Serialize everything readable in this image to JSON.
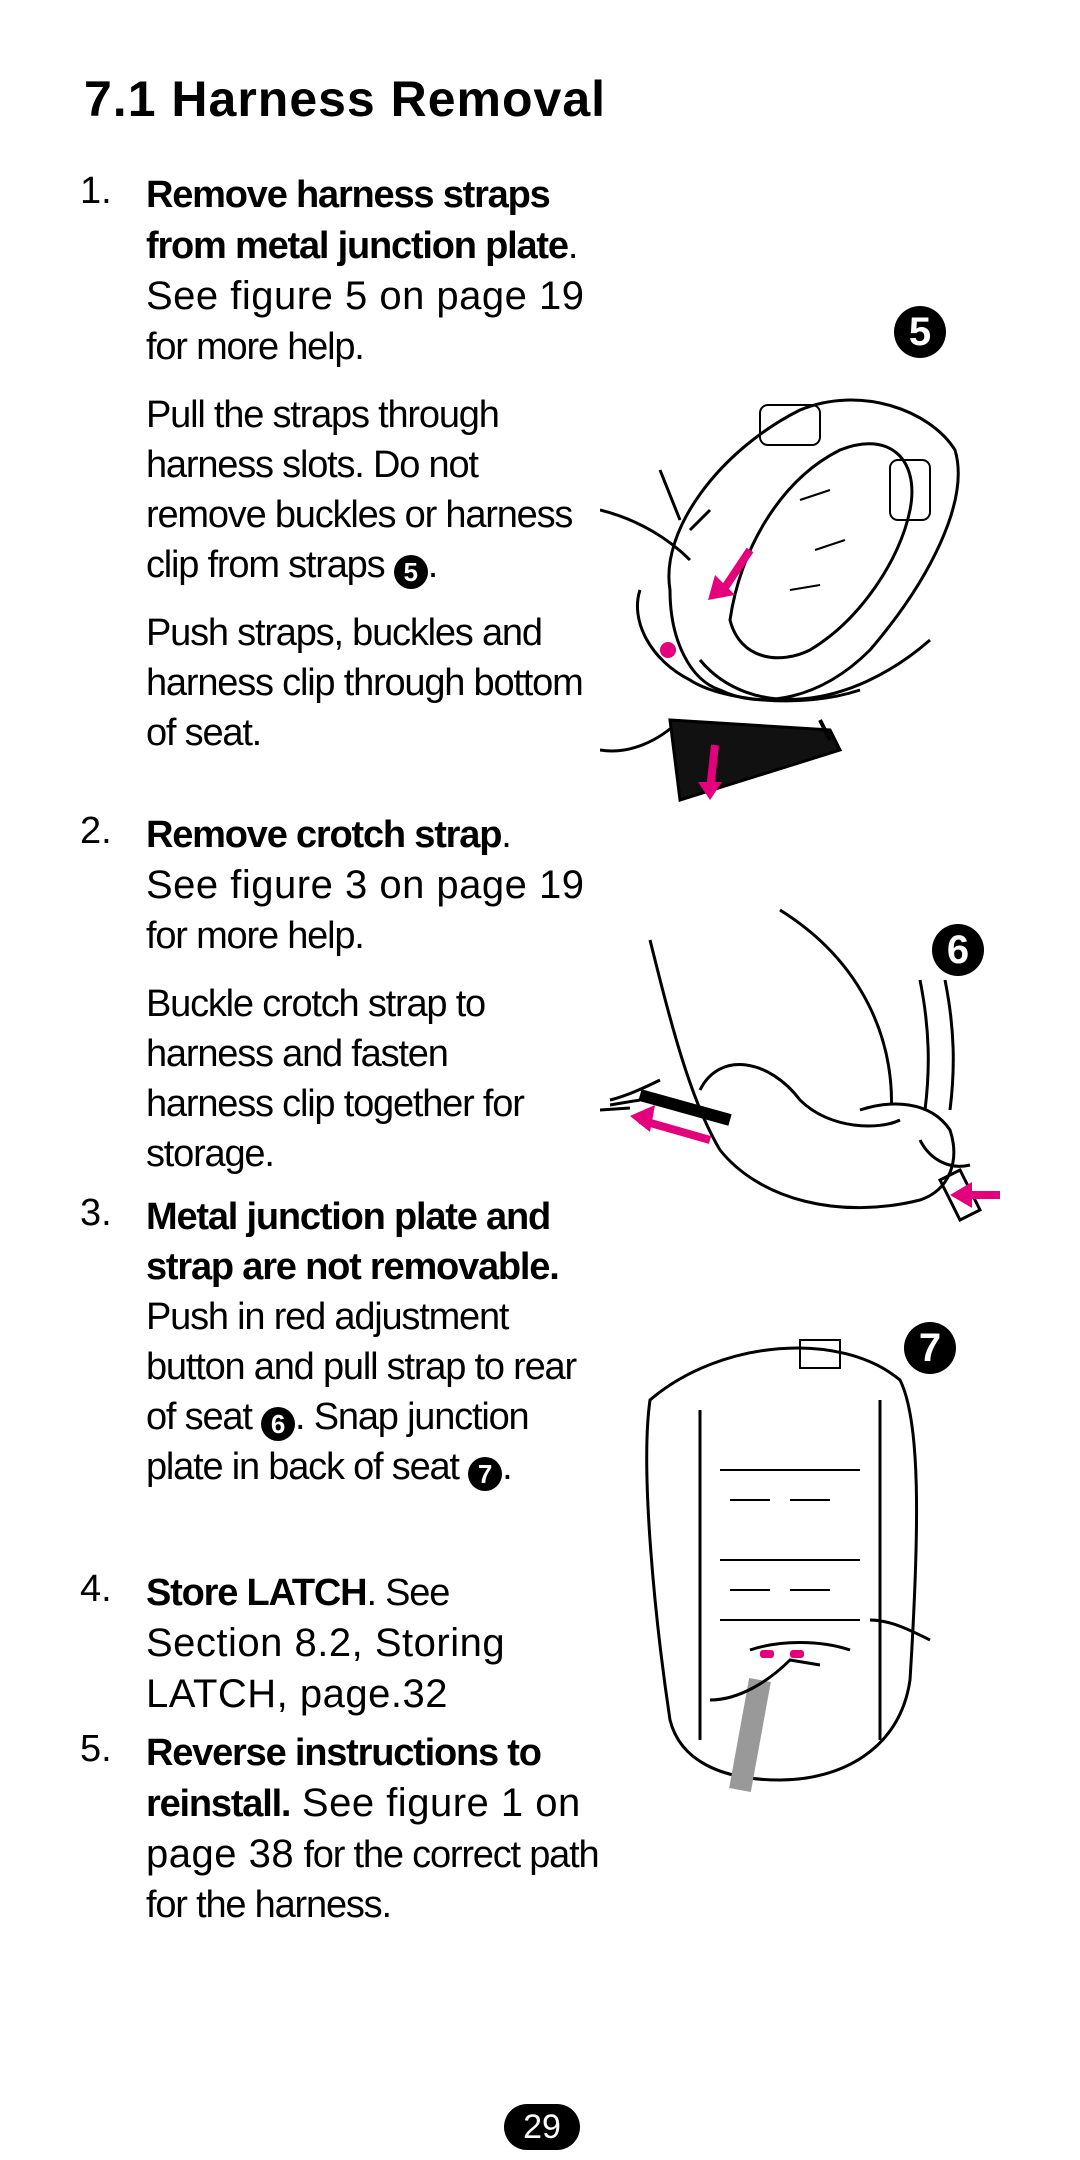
{
  "title": "7.1 Harness Removal",
  "steps": [
    {
      "num": "1.",
      "bold": "Remove harness straps from metal junction plate",
      "after_bold": ".",
      "ref": " See figure 5 on page 19",
      "rest": " for more help.",
      "paras": [
        {
          "text": "Pull the straps through harness slots. Do not remove buckles or harness clip from straps ",
          "circle": "5",
          "end": "."
        },
        {
          "text": "Push straps, buckles and harness clip through bottom of seat."
        }
      ]
    },
    {
      "num": "2.",
      "bold": "Remove crotch strap",
      "after_bold": ".",
      "ref": "See figure 3 on page 19",
      "rest": "for more help.",
      "paras": [
        {
          "text": "Buckle crotch strap to harness and fasten harness clip together for storage."
        }
      ]
    },
    {
      "num": "3.",
      "bold": "Metal junction plate and strap are not removable.",
      "text1": " Push in red adjustment button and pull strap to rear of seat ",
      "circle1": "6",
      "text2": ". Snap junction plate in back of seat ",
      "circle2": "7",
      "end": "."
    },
    {
      "num": "4.",
      "bold": "Store LATCH",
      "after_bold": ". See",
      "ref": "Section 8.2, Storing LATCH, page.32"
    },
    {
      "num": "5.",
      "bold": "Reverse instructions to reinstall.",
      "ref": " See figure 1 on page 38",
      "rest": " for the correct path for the harness."
    }
  ],
  "figures": [
    "5",
    "6",
    "7"
  ],
  "page_number": "29",
  "colors": {
    "accent": "#e4007c",
    "text": "#000000"
  }
}
